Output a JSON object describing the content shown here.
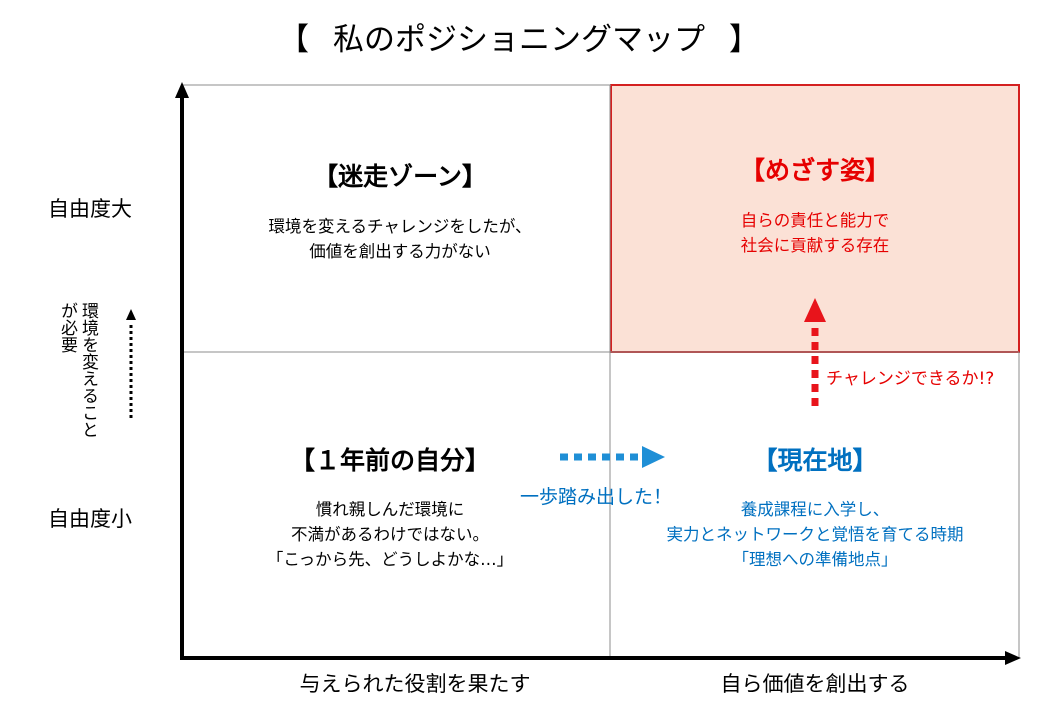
{
  "title": {
    "open_bracket": "【",
    "text": "私のポジショニングマップ",
    "close_bracket": "】"
  },
  "y_axis": {
    "high_label": "自由度大",
    "low_label": "自由度小",
    "note": "環境を変えることが必要"
  },
  "x_axis": {
    "left_label": "与えられた役割を果たす",
    "right_label": "自ら価値を創出する"
  },
  "quadrants": {
    "top_left": {
      "title": "【迷走ゾーン】",
      "lines": [
        "環境を変えるチャレンジをしたが、",
        "価値を創出する力がない"
      ]
    },
    "top_right": {
      "title": "【めざす姿】",
      "lines": [
        "自らの責任と能力で",
        "社会に貢献する存在"
      ]
    },
    "bottom_left": {
      "title": "【１年前の自分】",
      "lines": [
        "慣れ親しんだ環境に",
        "不満があるわけではない。",
        "「こっから先、どうしよかな…」"
      ]
    },
    "bottom_right": {
      "title": "【現在地】",
      "lines": [
        "養成課程に入学し、",
        "実力とネットワークと覚悟を育てる時期",
        "「理想への準備地点」"
      ]
    }
  },
  "arrows": {
    "horizontal_label": "一歩踏み出した！",
    "vertical_label": "チャレンジできるか!?"
  },
  "colors": {
    "goal_fill": "#fbe1d6",
    "goal_border": "#d42020",
    "red_text": "#e60000",
    "blue_text": "#0070c0",
    "blue_arrow": "#1f8fd6",
    "red_arrow": "#e8141b"
  }
}
